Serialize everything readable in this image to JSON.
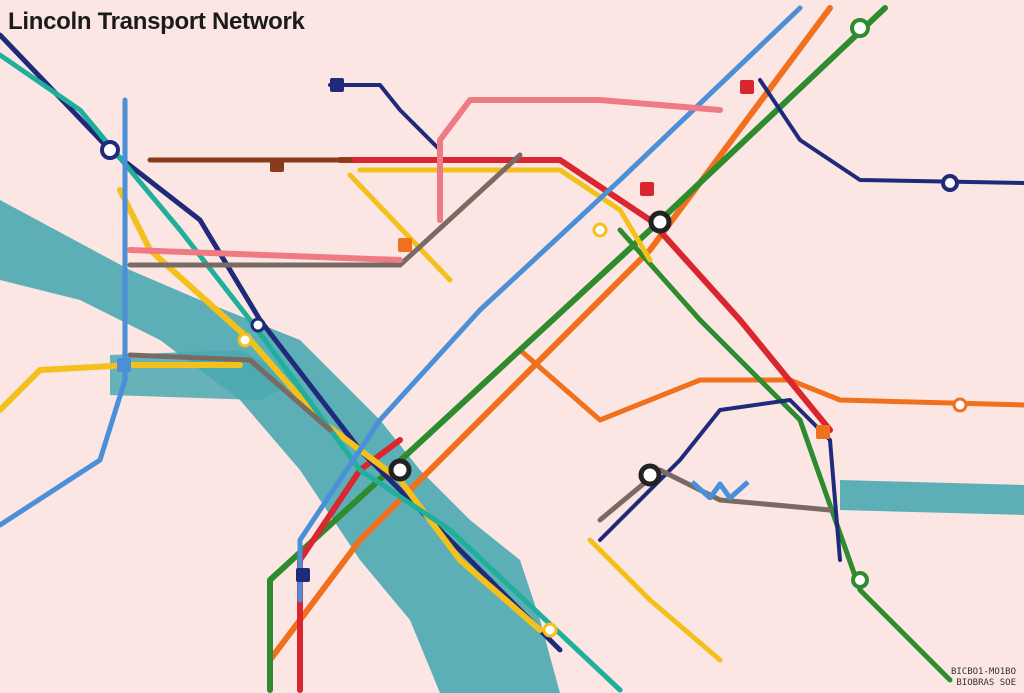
{
  "header": {
    "title": "Lincoln Transport Network"
  },
  "colors": {
    "background": "#fbe6e4",
    "river": "#4aa9b0",
    "line_orange": "#f0701e",
    "line_green": "#2e8b2e",
    "line_red": "#d9262f",
    "line_navy": "#1f2a7a",
    "line_yellow": "#f3c01c",
    "line_teal": "#1faf9a",
    "line_blue": "#4a8fd8",
    "line_brown": "#8a3b1a",
    "line_gray": "#7a6a64",
    "line_pink": "#f07a84"
  },
  "footer": {
    "line1": "BICBO1-MO1BO",
    "line2": "BIOBRAS SOE"
  }
}
